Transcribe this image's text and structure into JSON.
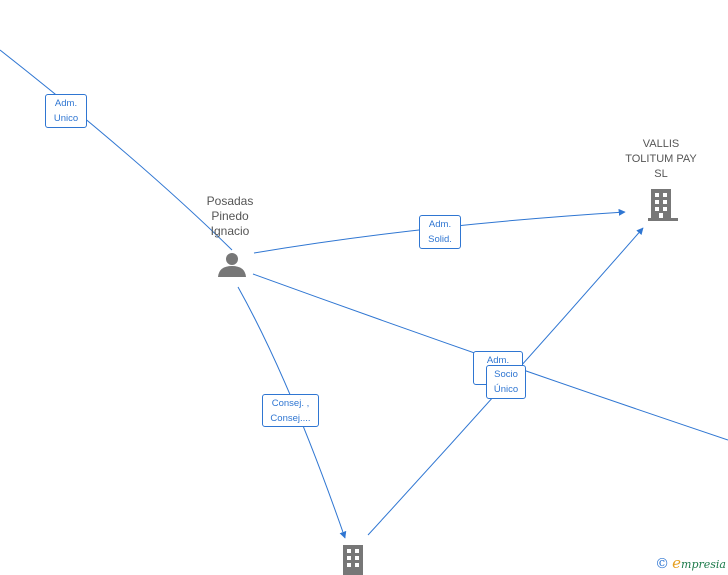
{
  "nodes": {
    "person": {
      "label": "Posadas\nPinedo\nIgnacio",
      "icon": "person-icon"
    },
    "company_vallis": {
      "label": "VALLIS\nTOLITUM PAY\nSL",
      "icon": "building-icon"
    },
    "company_bottom": {
      "label": "",
      "icon": "building-icon"
    }
  },
  "edges": {
    "top_left": {
      "label": "Adm.\nUnico"
    },
    "to_vallis": {
      "label": "Adm.\nSolid."
    },
    "to_bottom": {
      "label": "Consej. ,\nConsej...."
    },
    "to_right": {
      "label": "Adm.\nU..."
    },
    "bottom_to_vallis": {
      "label": "Socio\nÚnico"
    }
  },
  "brand": {
    "copyright": "©",
    "name_initial": "e",
    "name_rest": "mpresia"
  },
  "colors": {
    "edge": "#2f76d2",
    "icon": "#777777",
    "text": "#555555"
  }
}
